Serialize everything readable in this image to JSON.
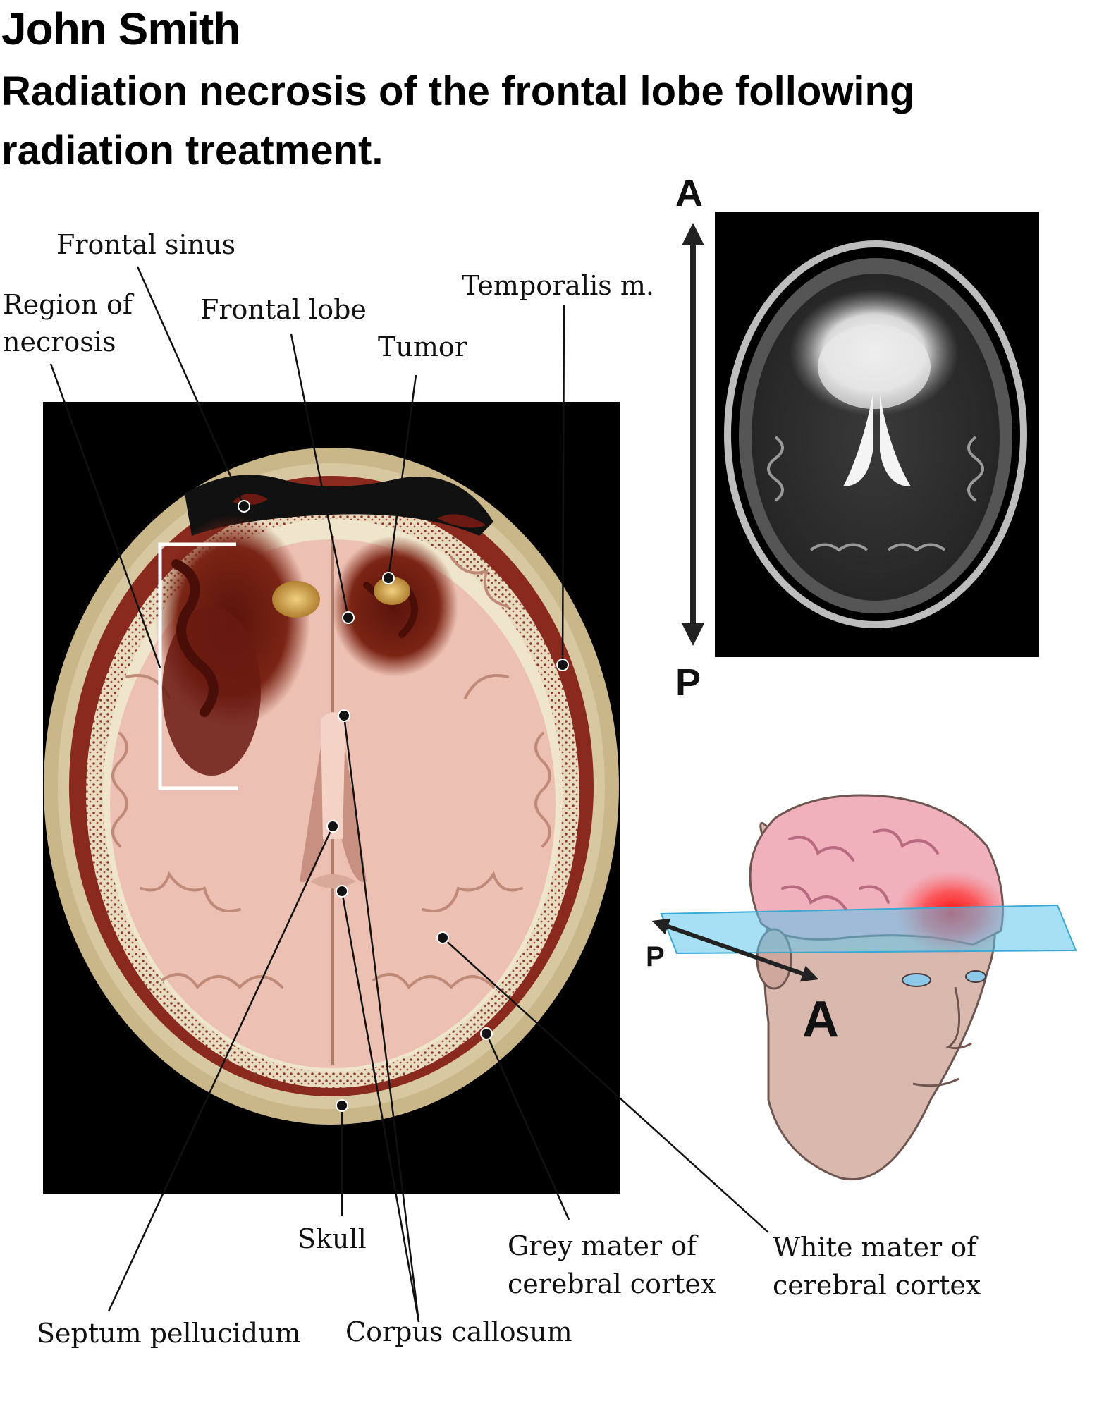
{
  "header": {
    "name": "John Smith",
    "subtitle": "Radiation necrosis of the frontal lobe following radiation treatment."
  },
  "labels": {
    "frontal_sinus": "Frontal sinus",
    "region_of_necrosis_line1": "Region of",
    "region_of_necrosis_line2": "necrosis",
    "frontal_lobe": "Frontal lobe",
    "tumor": "Tumor",
    "temporalis": "Temporalis m.",
    "skull": "Skull",
    "grey_matter_line1": "Grey mater of",
    "grey_matter_line2": "cerebral cortex",
    "white_matter_line1": "White mater of",
    "white_matter_line2": "cerebral cortex",
    "septum_pellucidum": "Septum pellucidum",
    "corpus_callosum": "Corpus callosum"
  },
  "orientation": {
    "mri_anterior": "A",
    "mri_posterior": "P",
    "head_posterior": "P",
    "head_anterior": "A"
  },
  "colors": {
    "panel_background": "#000000",
    "skull_bone": "#d8c8a2",
    "muscle": "#8a2a1e",
    "brain_tissue": "#ecc0b2",
    "necrosis": "#7a1e12",
    "tumor": "#c8a050",
    "axial_plane": "#5ec4ec",
    "tumor_highlight": "#ff2020"
  }
}
